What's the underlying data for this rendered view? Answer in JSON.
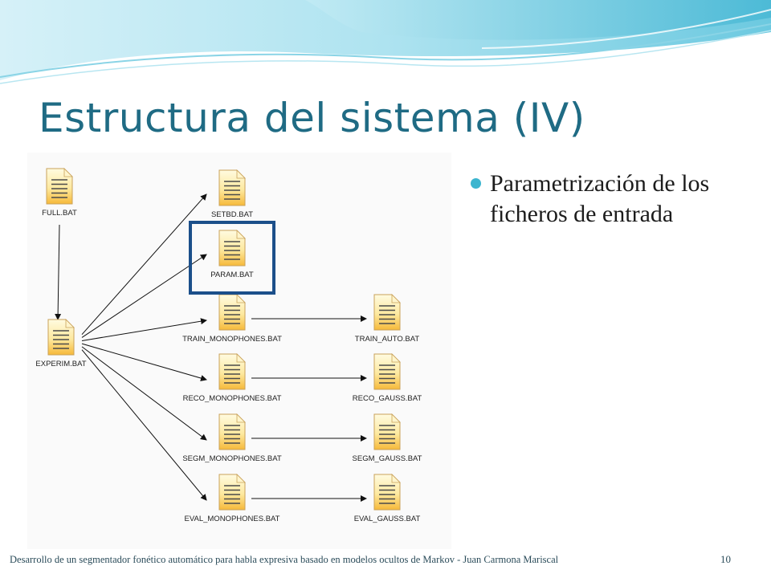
{
  "slide": {
    "title": "Estructura del sistema (IV)",
    "bullets": [
      "Parametrización de los ficheros de entrada"
    ],
    "footer": "Desarrollo de un segmentador fonético automático para habla expresiva basado en modelos ocultos de Markov - Juan Carmona Mariscal",
    "page_number": "10"
  },
  "diagram": {
    "highlight_color": "#1b4f8a",
    "files": [
      {
        "id": "full",
        "label": "FULL.BAT"
      },
      {
        "id": "experim",
        "label": "EXPERIM.BAT"
      },
      {
        "id": "setbd",
        "label": "SETBD.BAT"
      },
      {
        "id": "param",
        "label": "PARAM.BAT",
        "highlighted": true
      },
      {
        "id": "train_mono",
        "label": "TRAIN_MONOPHONES.BAT"
      },
      {
        "id": "train_auto",
        "label": "TRAIN_AUTO.BAT"
      },
      {
        "id": "reco_mono",
        "label": "RECO_MONOPHONES.BAT"
      },
      {
        "id": "reco_gauss",
        "label": "RECO_GAUSS.BAT"
      },
      {
        "id": "segm_mono",
        "label": "SEGM_MONOPHONES.BAT"
      },
      {
        "id": "segm_gauss",
        "label": "SEGM_GAUSS.BAT"
      },
      {
        "id": "eval_mono",
        "label": "EVAL_MONOPHONES.BAT"
      },
      {
        "id": "eval_gauss",
        "label": "EVAL_GAUSS.BAT"
      }
    ],
    "edges": [
      {
        "from": "full",
        "to": "experim"
      },
      {
        "from": "experim",
        "to": "setbd"
      },
      {
        "from": "experim",
        "to": "param"
      },
      {
        "from": "experim",
        "to": "train_mono"
      },
      {
        "from": "experim",
        "to": "reco_mono"
      },
      {
        "from": "experim",
        "to": "segm_mono"
      },
      {
        "from": "experim",
        "to": "eval_mono"
      },
      {
        "from": "train_mono",
        "to": "train_auto"
      },
      {
        "from": "reco_mono",
        "to": "reco_gauss"
      },
      {
        "from": "segm_mono",
        "to": "segm_gauss"
      },
      {
        "from": "eval_mono",
        "to": "eval_gauss"
      }
    ]
  }
}
